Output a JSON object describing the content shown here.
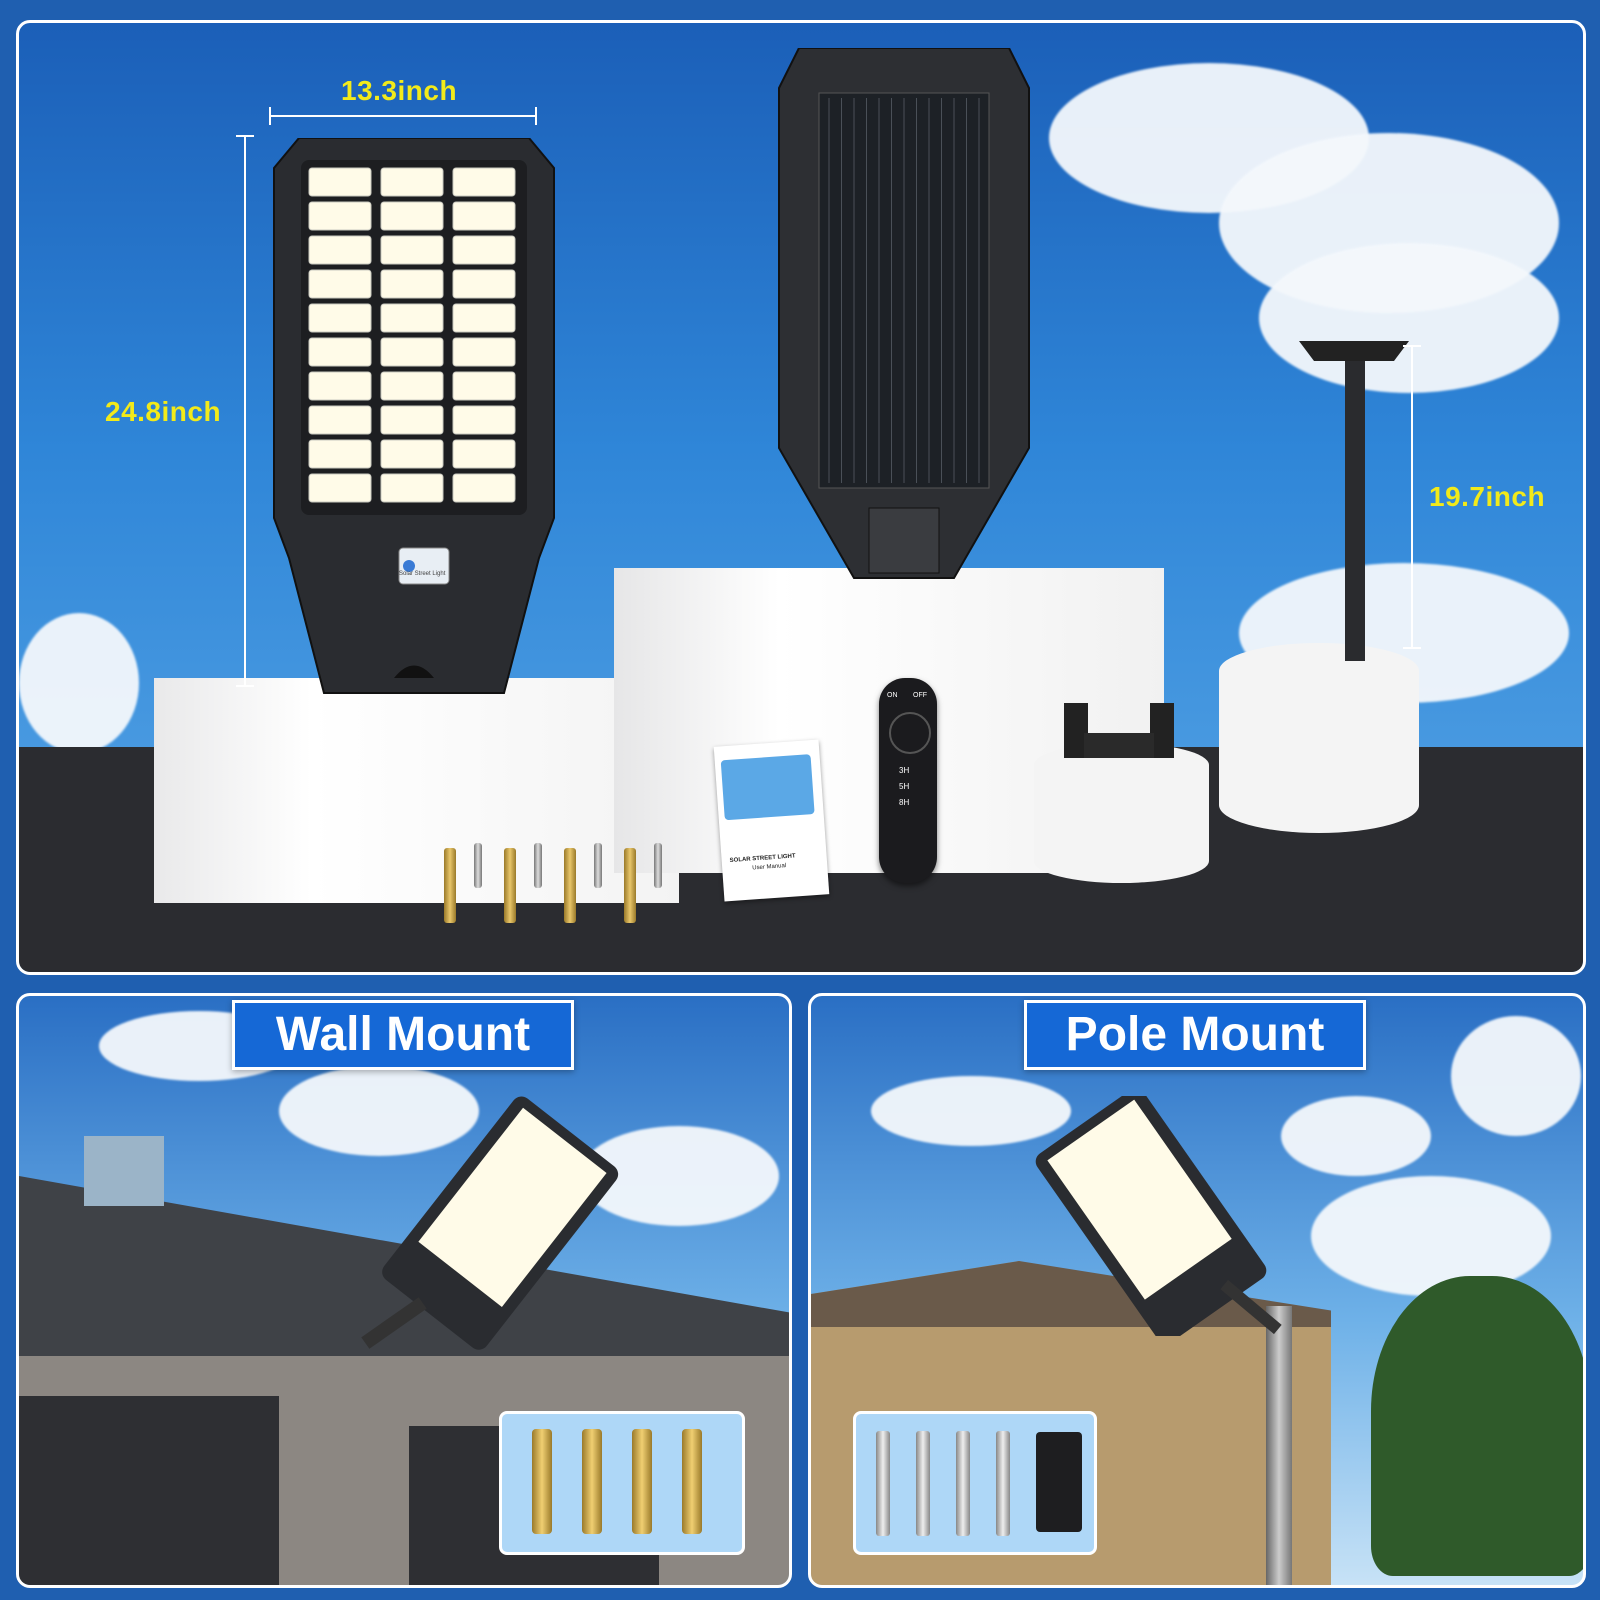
{
  "dimensions": {
    "width_label": "13.3inch",
    "height_label": "24.8inch",
    "pole_label": "19.7inch"
  },
  "mounts": {
    "wall": {
      "title": "Wall Mount"
    },
    "pole": {
      "title": "Pole Mount"
    }
  },
  "accessories": {
    "manual_title": "SOLAR STREET LIGHT",
    "manual_subtitle": "User Manual",
    "lamp_badge": "Solar Street Light",
    "remote_on": "ON",
    "remote_off": "OFF",
    "remote_buttons": [
      "3H",
      "5H",
      "8H"
    ]
  },
  "colors": {
    "accent_yellow": "#f2ea1a",
    "banner_blue": "#1568d6",
    "lamp_body": "#2a2c30"
  }
}
